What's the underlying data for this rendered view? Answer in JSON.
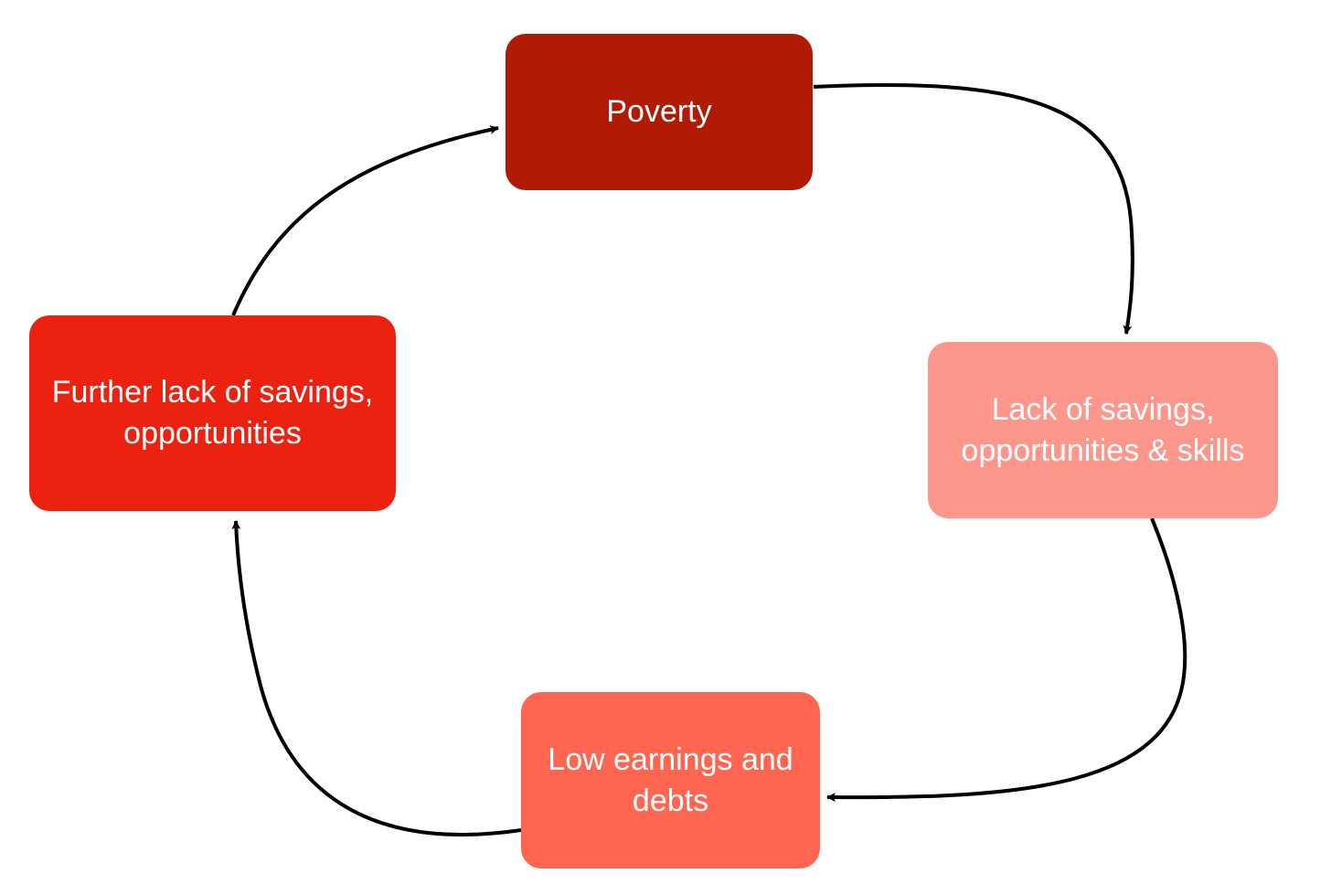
{
  "diagram": {
    "nodes": [
      {
        "id": "poverty",
        "label": "Poverty",
        "color": "#B11A04"
      },
      {
        "id": "lack",
        "label": "Lack of savings, opportunities & skills",
        "color": "#FD968B"
      },
      {
        "id": "low",
        "label": "Low earnings and debts",
        "color": "#FE6651"
      },
      {
        "id": "further",
        "label": "Further lack of savings, opportunities",
        "color": "#EC210F"
      }
    ],
    "edges": [
      {
        "from": "poverty",
        "to": "lack"
      },
      {
        "from": "lack",
        "to": "low"
      },
      {
        "from": "low",
        "to": "further"
      },
      {
        "from": "further",
        "to": "poverty"
      }
    ],
    "arrow_color": "#000000",
    "background": "#FFFFFF"
  }
}
